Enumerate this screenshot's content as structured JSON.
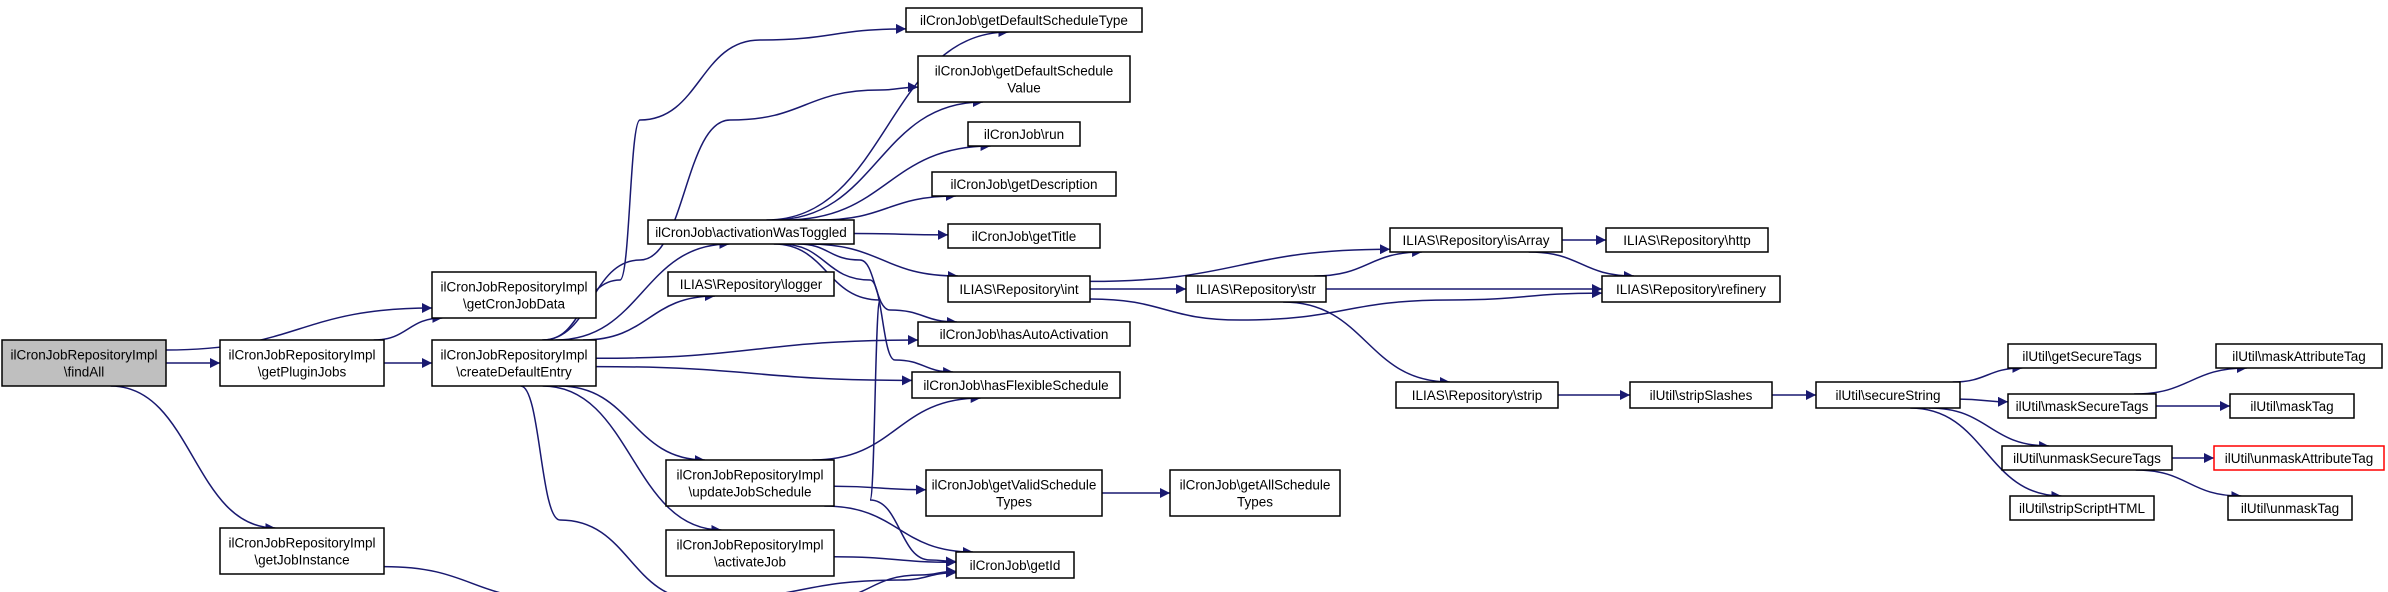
{
  "nodes": {
    "findAll": [
      "ilCronJobRepositoryImpl",
      "\\findAll"
    ],
    "getCronJobData": [
      "ilCronJobRepositoryImpl",
      "\\getCronJobData"
    ],
    "getPluginJobs": [
      "ilCronJobRepositoryImpl",
      "\\getPluginJobs"
    ],
    "getJobInstance": [
      "ilCronJobRepositoryImpl",
      "\\getJobInstance"
    ],
    "createDefaultEntry": [
      "ilCronJobRepositoryImpl",
      "\\createDefaultEntry"
    ],
    "getDefaultScheduleType": [
      "ilCronJob\\getDefaultScheduleType"
    ],
    "getDefaultScheduleValue": [
      "ilCronJob\\getDefaultSchedule",
      "Value"
    ],
    "run": [
      "ilCronJob\\run"
    ],
    "getDescription": [
      "ilCronJob\\getDescription"
    ],
    "activationWasToggled": [
      "ilCronJob\\activationWasToggled"
    ],
    "getTitle": [
      "ilCronJob\\getTitle"
    ],
    "logger": [
      "ILIAS\\Repository\\logger"
    ],
    "int": [
      "ILIAS\\Repository\\int"
    ],
    "hasAutoActivation": [
      "ilCronJob\\hasAutoActivation"
    ],
    "hasFlexibleSchedule": [
      "ilCronJob\\hasFlexibleSchedule"
    ],
    "updateJobSchedule": [
      "ilCronJobRepositoryImpl",
      "\\updateJobSchedule"
    ],
    "getValidScheduleTypes": [
      "ilCronJob\\getValidSchedule",
      "Types"
    ],
    "getAllScheduleTypes": [
      "ilCronJob\\getAllSchedule",
      "Types"
    ],
    "activateJob": [
      "ilCronJobRepositoryImpl",
      "\\activateJob"
    ],
    "getId": [
      "ilCronJob\\getId"
    ],
    "isArray": [
      "ILIAS\\Repository\\isArray"
    ],
    "http": [
      "ILIAS\\Repository\\http"
    ],
    "str": [
      "ILIAS\\Repository\\str"
    ],
    "refinery": [
      "ILIAS\\Repository\\refinery"
    ],
    "strip": [
      "ILIAS\\Repository\\strip"
    ],
    "stripSlashes": [
      "ilUtil\\stripSlashes"
    ],
    "secureString": [
      "ilUtil\\secureString"
    ],
    "getSecureTags": [
      "ilUtil\\getSecureTags"
    ],
    "maskSecureTags": [
      "ilUtil\\maskSecureTags"
    ],
    "unmaskSecureTags": [
      "ilUtil\\unmaskSecureTags"
    ],
    "stripScriptHTML": [
      "ilUtil\\stripScriptHTML"
    ],
    "maskAttributeTag": [
      "ilUtil\\maskAttributeTag"
    ],
    "maskTag": [
      "ilUtil\\maskTag"
    ],
    "unmaskAttributeTag": [
      "ilUtil\\unmaskAttributeTag"
    ],
    "unmaskTag": [
      "ilUtil\\unmaskTag"
    ]
  },
  "edges": [
    [
      "findAll",
      "getCronJobData"
    ],
    [
      "findAll",
      "getPluginJobs"
    ],
    [
      "findAll",
      "getJobInstance"
    ],
    [
      "getPluginJobs",
      "getCronJobData"
    ],
    [
      "getPluginJobs",
      "createDefaultEntry"
    ],
    [
      "getJobInstance",
      "getId"
    ],
    [
      "createDefaultEntry",
      "getDefaultScheduleType"
    ],
    [
      "createDefaultEntry",
      "getDefaultScheduleValue"
    ],
    [
      "createDefaultEntry",
      "activationWasToggled"
    ],
    [
      "createDefaultEntry",
      "logger"
    ],
    [
      "createDefaultEntry",
      "hasAutoActivation"
    ],
    [
      "createDefaultEntry",
      "hasFlexibleSchedule"
    ],
    [
      "createDefaultEntry",
      "updateJobSchedule"
    ],
    [
      "createDefaultEntry",
      "activateJob"
    ],
    [
      "createDefaultEntry",
      "getId"
    ],
    [
      "activationWasToggled",
      "getDefaultScheduleType"
    ],
    [
      "activationWasToggled",
      "getDefaultScheduleValue"
    ],
    [
      "activationWasToggled",
      "run"
    ],
    [
      "activationWasToggled",
      "getDescription"
    ],
    [
      "activationWasToggled",
      "getTitle"
    ],
    [
      "activationWasToggled",
      "int"
    ],
    [
      "activationWasToggled",
      "hasAutoActivation"
    ],
    [
      "activationWasToggled",
      "hasFlexibleSchedule"
    ],
    [
      "activationWasToggled",
      "getId"
    ],
    [
      "int",
      "isArray"
    ],
    [
      "int",
      "str"
    ],
    [
      "int",
      "refinery"
    ],
    [
      "str",
      "isArray"
    ],
    [
      "str",
      "refinery"
    ],
    [
      "str",
      "strip"
    ],
    [
      "isArray",
      "http"
    ],
    [
      "isArray",
      "refinery"
    ],
    [
      "strip",
      "stripSlashes"
    ],
    [
      "stripSlashes",
      "secureString"
    ],
    [
      "secureString",
      "getSecureTags"
    ],
    [
      "secureString",
      "maskSecureTags"
    ],
    [
      "secureString",
      "unmaskSecureTags"
    ],
    [
      "secureString",
      "stripScriptHTML"
    ],
    [
      "maskSecureTags",
      "maskAttributeTag"
    ],
    [
      "maskSecureTags",
      "maskTag"
    ],
    [
      "unmaskSecureTags",
      "unmaskAttributeTag"
    ],
    [
      "unmaskSecureTags",
      "unmaskTag"
    ],
    [
      "updateJobSchedule",
      "hasFlexibleSchedule"
    ],
    [
      "updateJobSchedule",
      "getValidScheduleTypes"
    ],
    [
      "updateJobSchedule",
      "getId"
    ],
    [
      "getValidScheduleTypes",
      "getAllScheduleTypes"
    ],
    [
      "activateJob",
      "getId"
    ]
  ],
  "colors": {
    "edge": "#191970",
    "root_fill": "#bfbfbf",
    "border": "#000000",
    "highlight_border": "#ff0000",
    "background": "#ffffff"
  },
  "root": "findAll",
  "highlighted": [
    "unmaskAttributeTag"
  ]
}
